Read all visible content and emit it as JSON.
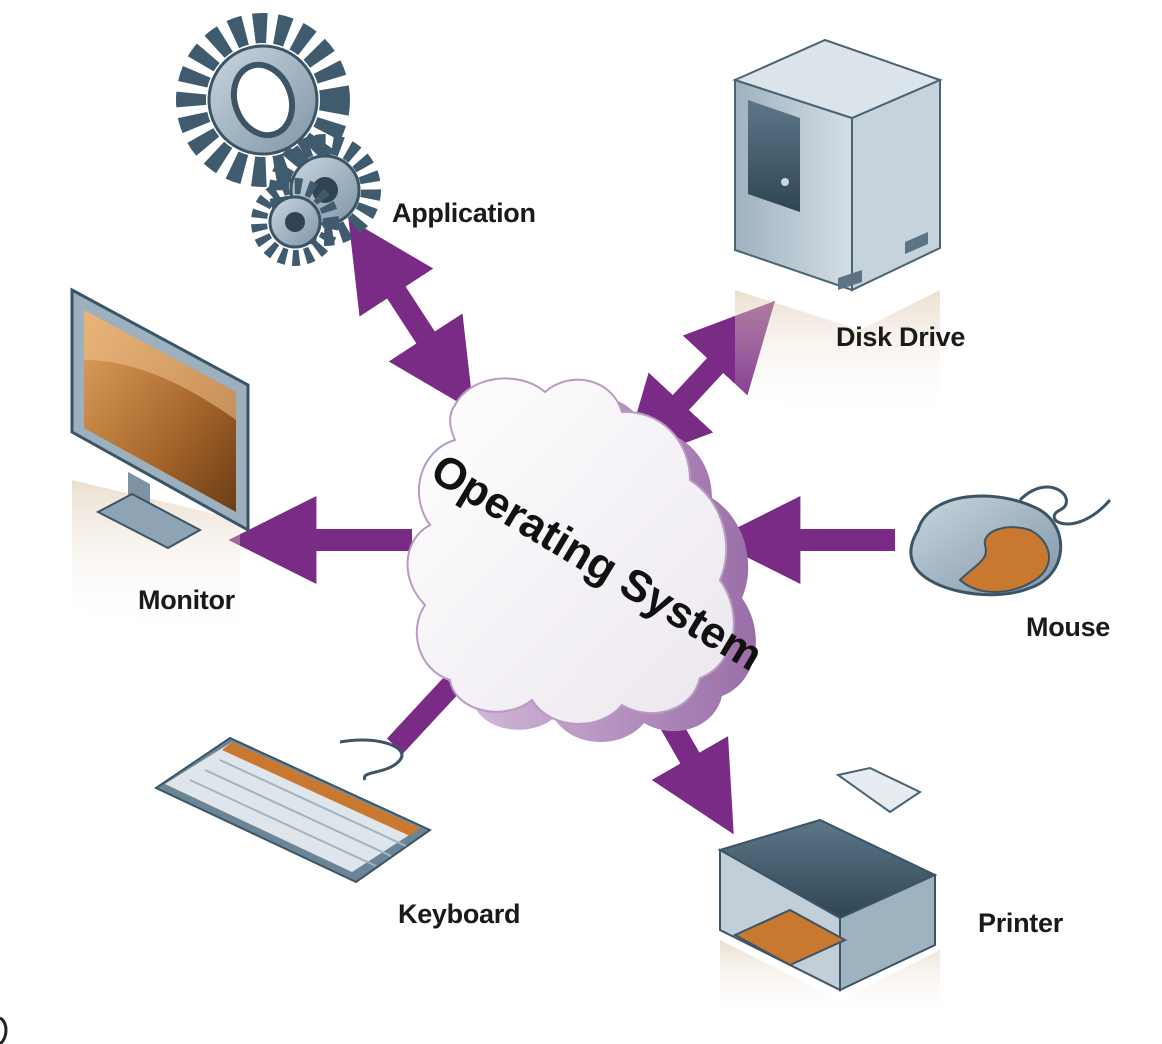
{
  "center": {
    "label": "Operating System"
  },
  "nodes": {
    "application": {
      "label": "Application",
      "relation": "bidirectional"
    },
    "disk_drive": {
      "label": "Disk Drive",
      "relation": "bidirectional"
    },
    "monitor": {
      "label": "Monitor",
      "relation": "output"
    },
    "mouse": {
      "label": "Mouse",
      "relation": "input"
    },
    "keyboard": {
      "label": "Keyboard",
      "relation": "input"
    },
    "printer": {
      "label": "Printer",
      "relation": "output"
    }
  },
  "colors": {
    "arrow": "#7a2b86",
    "cloud_edge": "#a77fb3",
    "device_metal": "#8ea3b4",
    "device_dark": "#3c5566",
    "accent_orange": "#c8782f"
  },
  "icons": [
    "gears-icon",
    "computer-tower-icon",
    "monitor-icon",
    "mouse-icon",
    "keyboard-icon",
    "printer-icon",
    "cloud-shape"
  ]
}
